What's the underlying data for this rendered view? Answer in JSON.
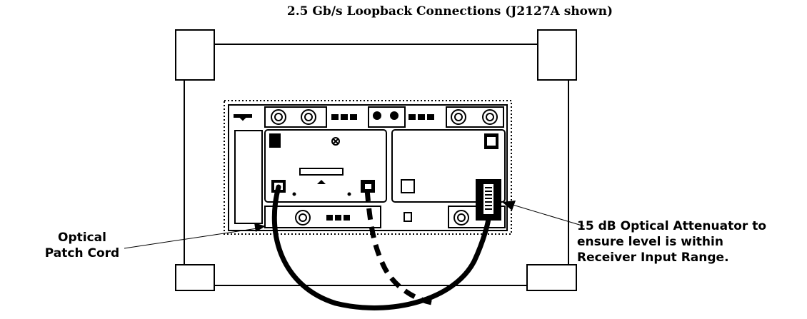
{
  "diagram": {
    "title": "2.5 Gb/s Loopback Connections (J2127A shown)",
    "left_label": [
      "Optical",
      "Patch Cord"
    ],
    "right_label": [
      "15 dB Optical Attenuator to",
      "ensure level is within",
      "Receiver Input Range."
    ]
  }
}
